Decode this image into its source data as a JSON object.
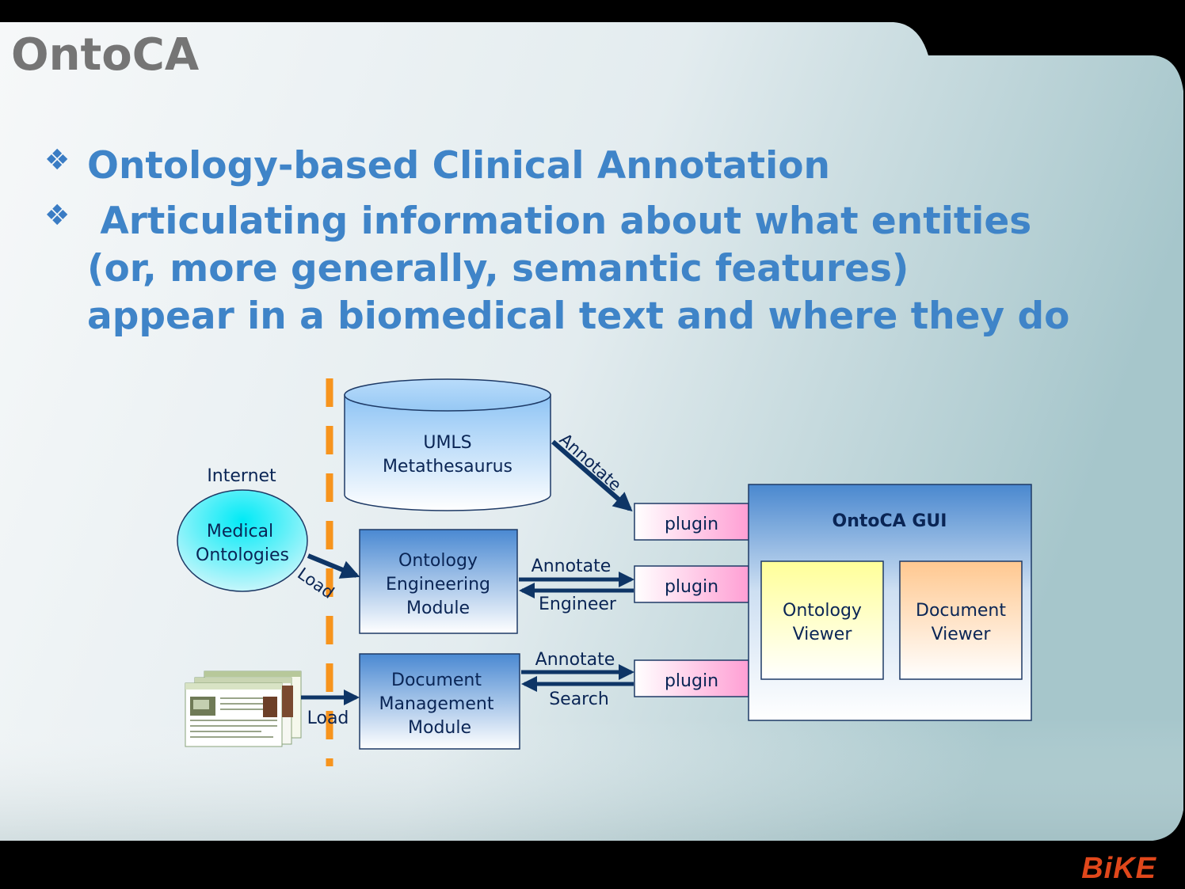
{
  "slide": {
    "title": "OntoCA",
    "bullets": [
      {
        "marker": "❖",
        "lines": [
          "Ontology-based Clinical Annotation"
        ]
      },
      {
        "marker": "❖",
        "lines": [
          " Articulating information about what entities",
          "(or, more generally, semantic features)",
          "appear in a biomedical text and where they do"
        ]
      }
    ],
    "brand": "BiKE"
  },
  "diagram": {
    "umls": [
      "UMLS",
      "Metathesaurus"
    ],
    "internet": "Internet",
    "medical_ontologies": [
      "Medical",
      "Ontologies"
    ],
    "ontology_module": [
      "Ontology",
      "Engineering",
      "Module"
    ],
    "document_module": [
      "Document",
      "Management",
      "Module"
    ],
    "plugin": "plugin",
    "gui_title": "OntoCA GUI",
    "ontology_viewer": [
      "Ontology",
      "Viewer"
    ],
    "document_viewer": [
      "Document",
      "Viewer"
    ],
    "edges": {
      "annotate": "Annotate",
      "engineer": "Engineer",
      "search": "Search",
      "load": "Load"
    }
  },
  "colors": {
    "title": "#757575",
    "bullet_text": "#3f84c8",
    "divider": "#f7941d",
    "arrow": "#0e3566",
    "brand": "#e0471b"
  }
}
